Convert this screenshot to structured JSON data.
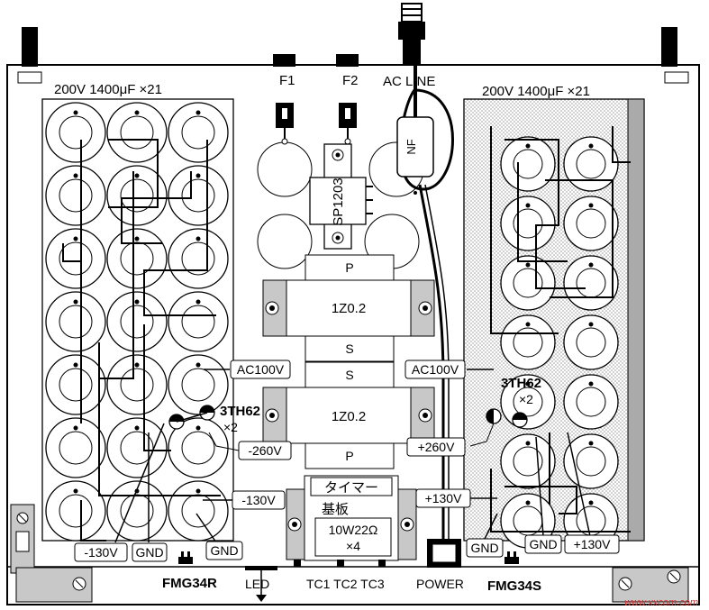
{
  "labels": {
    "cap_left": "200V 1400μF ×21",
    "cap_right": "200V 1400μF ×21",
    "f1": "F1",
    "f2": "F2",
    "ac_line": "AC LINE",
    "nf": "NF",
    "sp": "SP1203",
    "p_top": "P",
    "trans_top": "1Z0.2",
    "s_top": "S",
    "s_bot": "S",
    "trans_bot": "1Z0.2",
    "p_bot": "P",
    "ac100_left": "AC100V",
    "ac100_right": "AC100V",
    "th_left": "3TH62",
    "th_left_x2": "×2",
    "th_right": "3TH62",
    "th_right_x2": "×2",
    "v_neg260": "-260V",
    "v_pos260": "+260V",
    "v_neg130_r": "-130V",
    "v_neg130_l": "-130V",
    "v_pos130_r": "+130V",
    "v_pos130_l": "+130V",
    "gnd_1": "GND",
    "gnd_2": "GND",
    "gnd_3": "GND",
    "gnd_4": "GND",
    "timer_1": "タイマー",
    "timer_2": "基板",
    "timer_3": "10W22Ω",
    "timer_4": "×4",
    "fmg_r": "FMG34R",
    "fmg_s": "FMG34S",
    "led": "LED",
    "tc": "TC1 TC2 TC3",
    "power": "POWER"
  },
  "watermark": "www.xxcom.com"
}
